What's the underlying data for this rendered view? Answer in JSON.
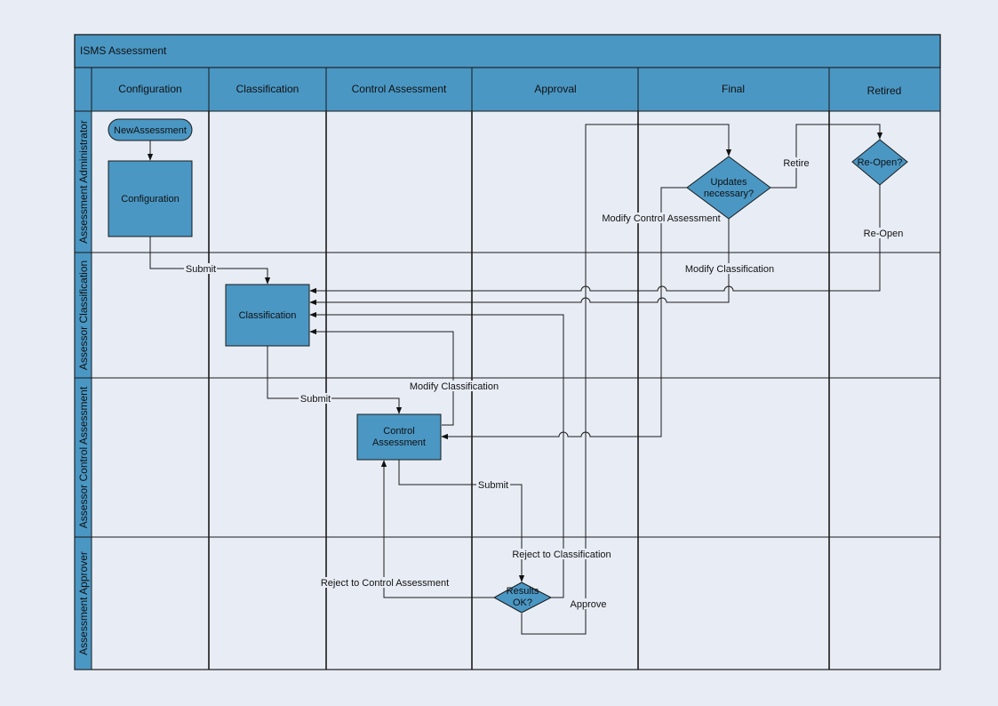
{
  "diagram": {
    "title": "ISMS Assessment",
    "phases": [
      "Configuration",
      "Classification",
      "Control Assessment",
      "Approval",
      "Final",
      "Retired"
    ],
    "lanes": [
      "Assessment Administrator",
      "Assessor Classification",
      "Assessor Control Assessment",
      "Assessment Approver"
    ],
    "nodes": {
      "new_assessment": "NewAssessment",
      "configuration": "Configuration",
      "classification": "Classification",
      "control_assessment": [
        "Control",
        "Assessment"
      ],
      "results_ok": [
        "Results",
        "OK?"
      ],
      "updates_necessary": [
        "Updates",
        "necessary?"
      ],
      "re_open_decision": "Re-Open?"
    },
    "edges": {
      "submit_1": "Submit",
      "submit_2": "Submit",
      "submit_3": "Submit",
      "modify_classification_1": "Modify Classification",
      "modify_classification_2": "Modify Classification",
      "modify_control_assessment": "Modify Control Assessment",
      "reject_to_classification": "Reject to Classification",
      "reject_to_control_assessment": "Reject to Control Assessment",
      "approve": "Approve",
      "retire": "Retire",
      "re_open": "Re-Open"
    },
    "colors": {
      "background": "#e8edf5",
      "header_fill": "#4a97c4",
      "node_fill": "#4a97c4",
      "stroke": "#1a1a1a"
    }
  }
}
